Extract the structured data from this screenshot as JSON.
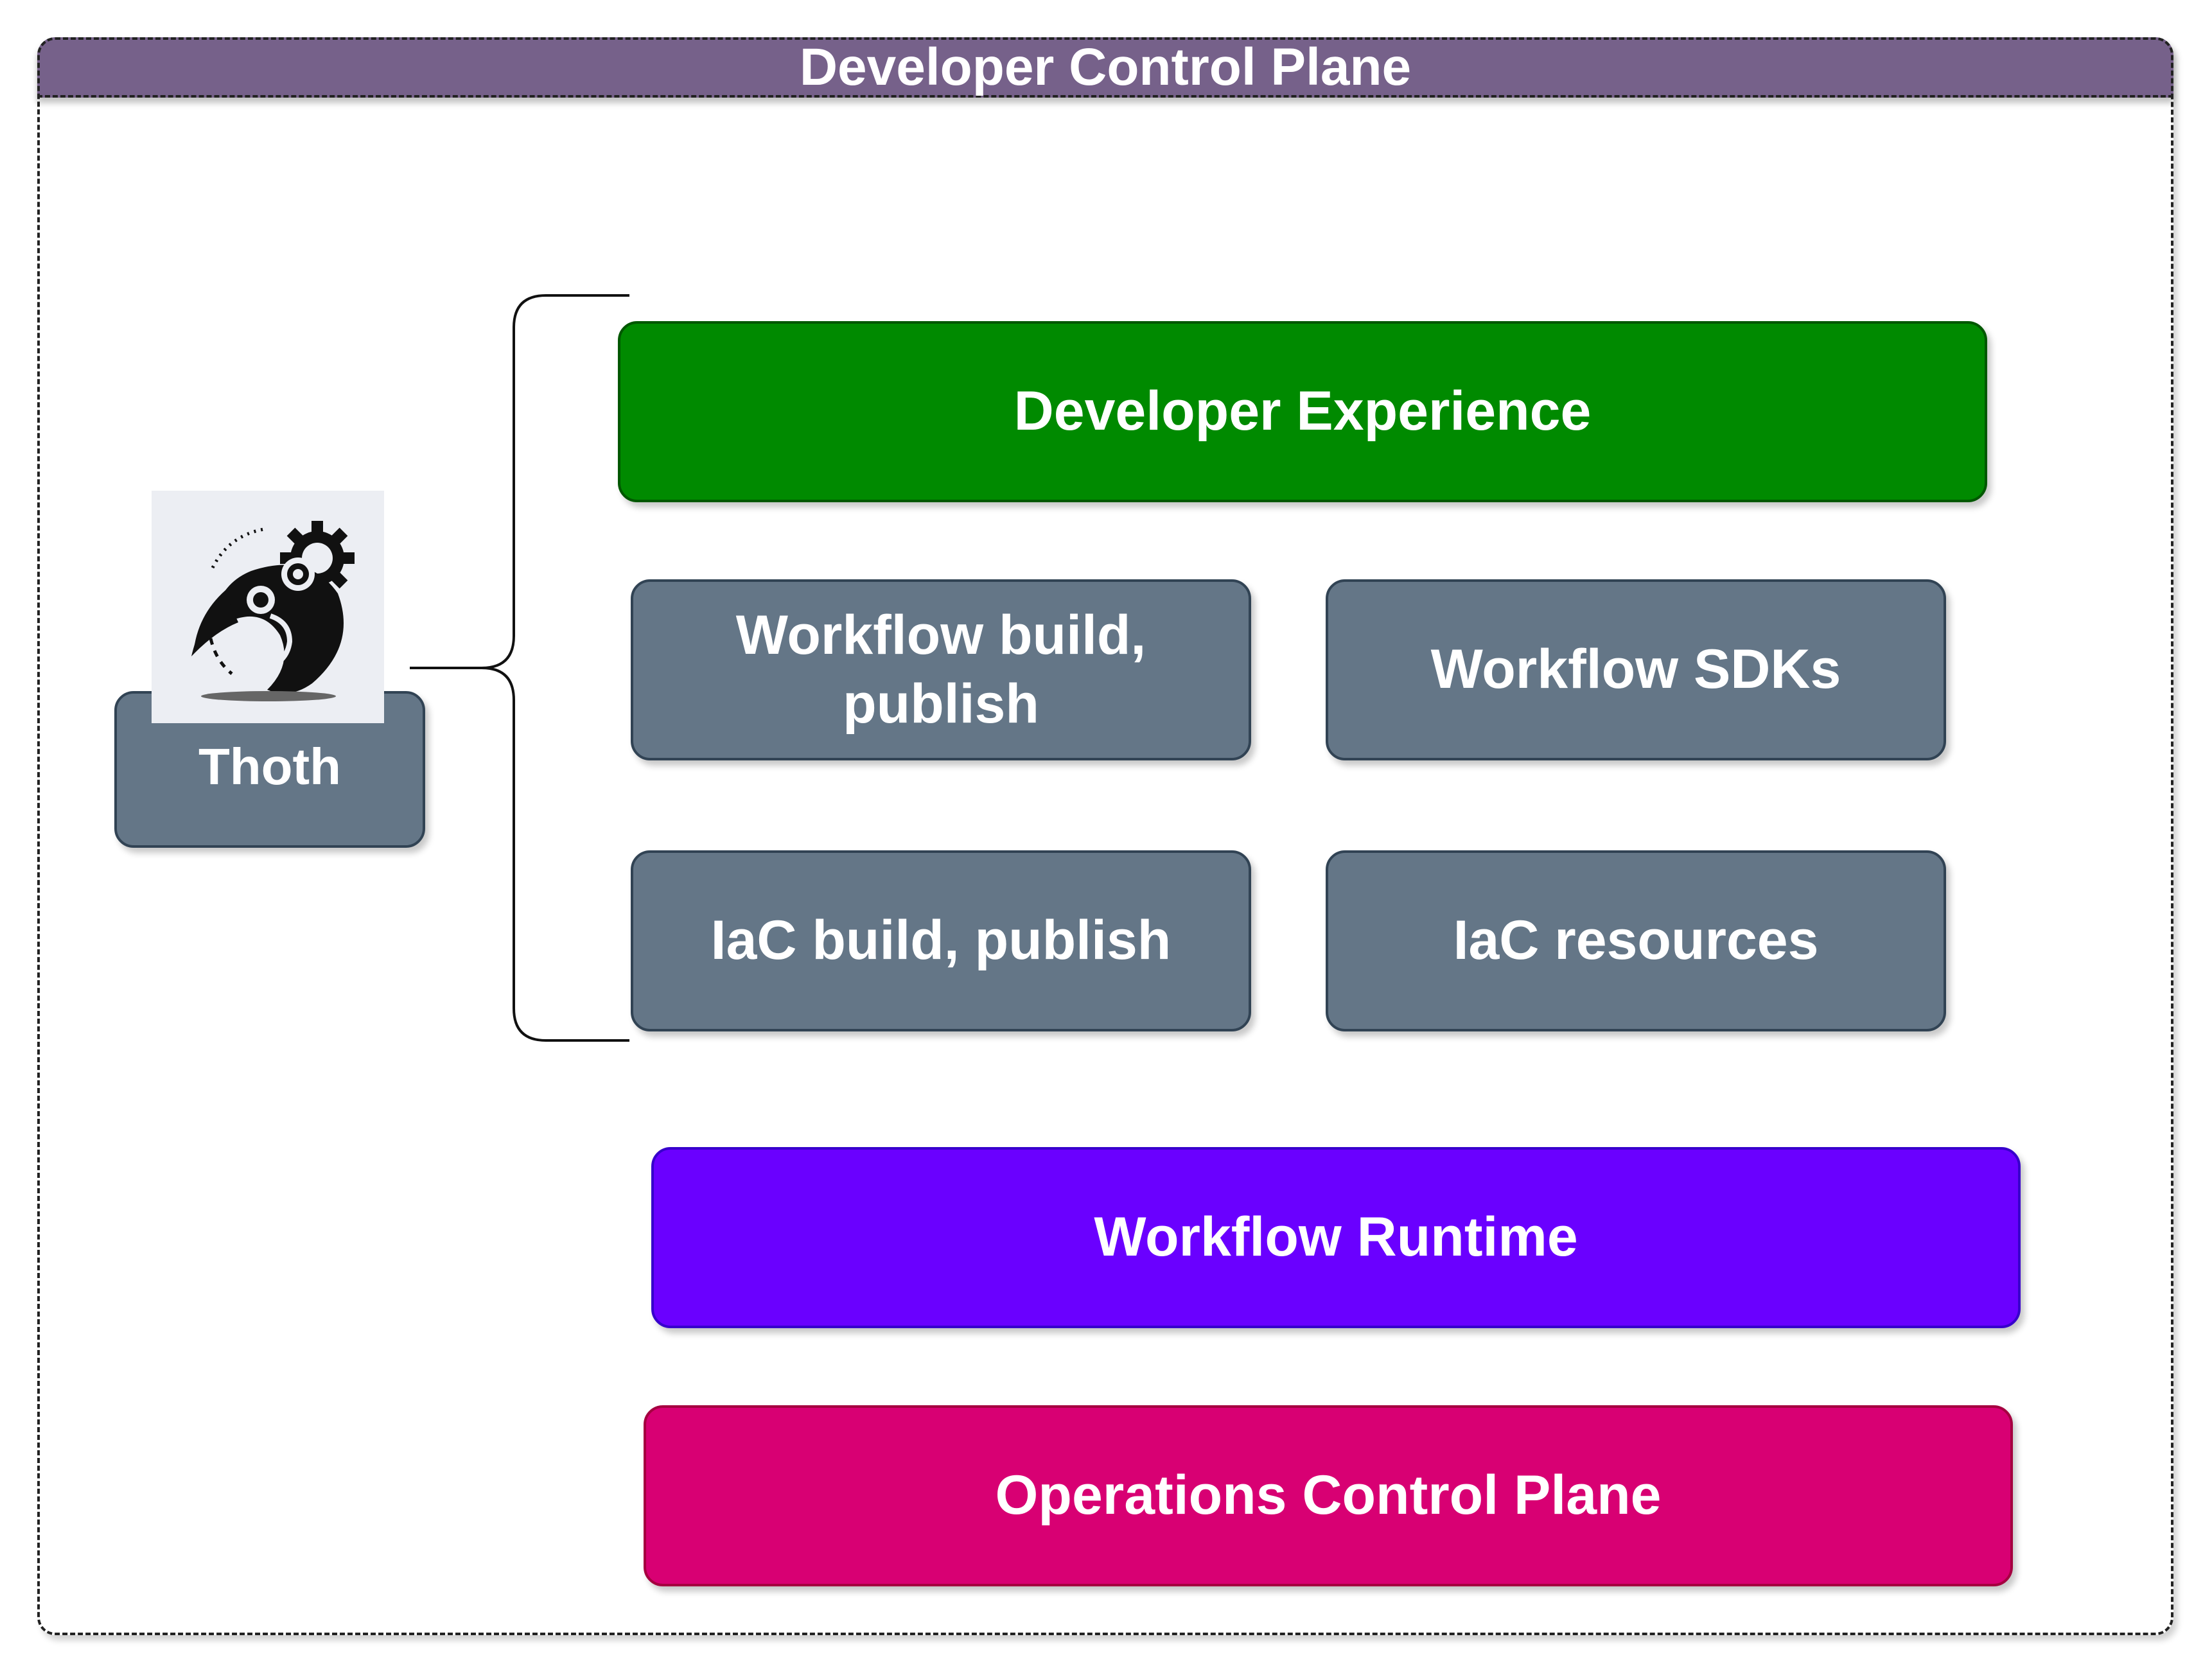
{
  "container": {
    "title": "Developer Control Plane"
  },
  "thoth": {
    "label": "Thoth",
    "logo_icon": "bird-gear-logo"
  },
  "boxes": {
    "developer_experience": "Developer Experience",
    "workflow_build_line1": "Workflow build,",
    "workflow_build_line2": "publish",
    "workflow_sdks": "Workflow SDKs",
    "iac_build": "IaC build, publish",
    "iac_resources": "IaC resources",
    "workflow_runtime": "Workflow Runtime",
    "operations_control_plane": "Operations Control Plane"
  },
  "colors": {
    "header": "#76618a",
    "gray_box": "#647687",
    "developer_experience": "#008a00",
    "workflow_runtime": "#6a00ff",
    "operations_control_plane": "#d80073"
  }
}
